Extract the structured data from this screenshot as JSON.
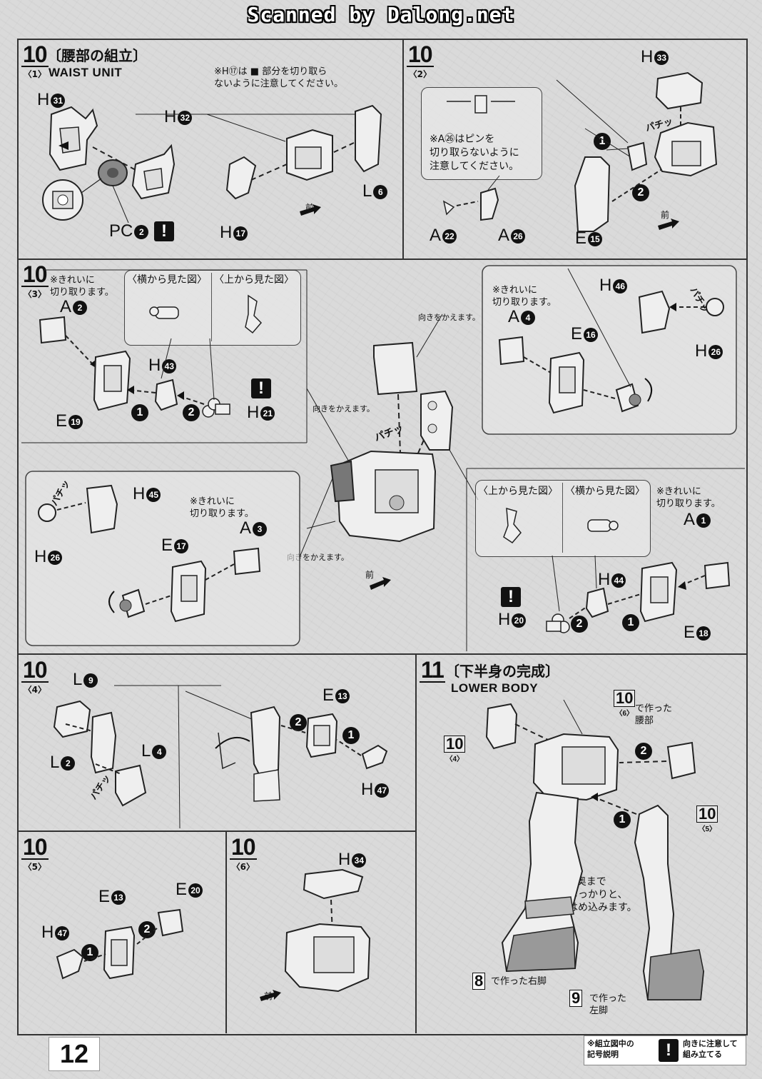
{
  "scanner_header": "Scanned by Dalong.net",
  "page_number": "12",
  "step10_1": {
    "num": "10",
    "sub": "〈1〉",
    "title_jp": "〔腰部の組立〕",
    "title_en": "WAIST UNIT",
    "note": [
      "※H⑰は ■ 部分を切り取ら",
      "ないように注意してください。"
    ],
    "front": "前",
    "parts": [
      "H",
      "31",
      "H",
      "32",
      "PC",
      "2",
      "H",
      "17",
      "L",
      "6"
    ]
  },
  "step10_2": {
    "num": "10",
    "sub": "〈2〉",
    "note": [
      "※A㉖はピンを",
      "切り取らないように",
      "注意してください。"
    ],
    "sfx": "パチッ",
    "front": "前",
    "parts": [
      "H",
      "33",
      "A",
      "22",
      "A",
      "26",
      "E",
      "15"
    ],
    "steps": [
      "1",
      "2"
    ]
  },
  "step10_3": {
    "num": "10",
    "sub": "〈3〉",
    "clean_cut": [
      "※きれいに",
      "切り取ります。"
    ],
    "side_view": "〈横から見た図〉",
    "top_view": "〈上から見た図〉",
    "turn": "向きをかえます。",
    "sfx": "パチッ",
    "front": "前",
    "p_a2": [
      "A",
      "2"
    ],
    "p_e19": [
      "E",
      "19"
    ],
    "p_h43": [
      "H",
      "43"
    ],
    "p_h21": [
      "H",
      "21"
    ],
    "p_a4": [
      "A",
      "4"
    ],
    "p_e16": [
      "E",
      "16"
    ],
    "p_h46": [
      "H",
      "46"
    ],
    "p_h26": [
      "H",
      "26"
    ],
    "p_h45": [
      "H",
      "45"
    ],
    "p_a3": [
      "A",
      "3"
    ],
    "p_e17": [
      "E",
      "17"
    ],
    "p_h26b": [
      "H",
      "26"
    ],
    "p_a1": [
      "A",
      "1"
    ],
    "p_h44": [
      "H",
      "44"
    ],
    "p_h20": [
      "H",
      "20"
    ],
    "p_e18": [
      "E",
      "18"
    ]
  },
  "step10_4": {
    "num": "10",
    "sub": "〈4〉",
    "sfx": "パチッ",
    "parts": [
      "L",
      "9",
      "L",
      "2",
      "L",
      "4",
      "E",
      "13",
      "H",
      "47"
    ]
  },
  "step10_5": {
    "num": "10",
    "sub": "〈5〉",
    "parts": [
      "E",
      "13",
      "E",
      "20",
      "H",
      "47"
    ]
  },
  "step10_6": {
    "num": "10",
    "sub": "〈6〉",
    "front": "前",
    "parts": [
      "H",
      "34"
    ]
  },
  "step11": {
    "num": "11",
    "title_jp": "〔下半身の完成〕",
    "title_en": "LOWER BODY",
    "ref6": "10",
    "ref6_sub": "〈6〉",
    "ref6_text": [
      "で作った",
      "腰部"
    ],
    "ref4": "10",
    "ref4_sub": "〈4〉",
    "ref5": "10",
    "ref5_sub": "〈5〉",
    "note": [
      "※奥まで",
      "しっかりと、",
      "はめ込みます。"
    ],
    "right_leg_ref": "8",
    "right_leg_text": "で作った右脚",
    "left_leg_ref": "9",
    "left_leg_text": [
      "で作った",
      "左脚"
    ]
  },
  "legend": {
    "title": [
      "※組立図中の",
      "記号説明"
    ],
    "icon": "!",
    "desc": [
      "向きに注意して",
      "組み立てる"
    ]
  }
}
